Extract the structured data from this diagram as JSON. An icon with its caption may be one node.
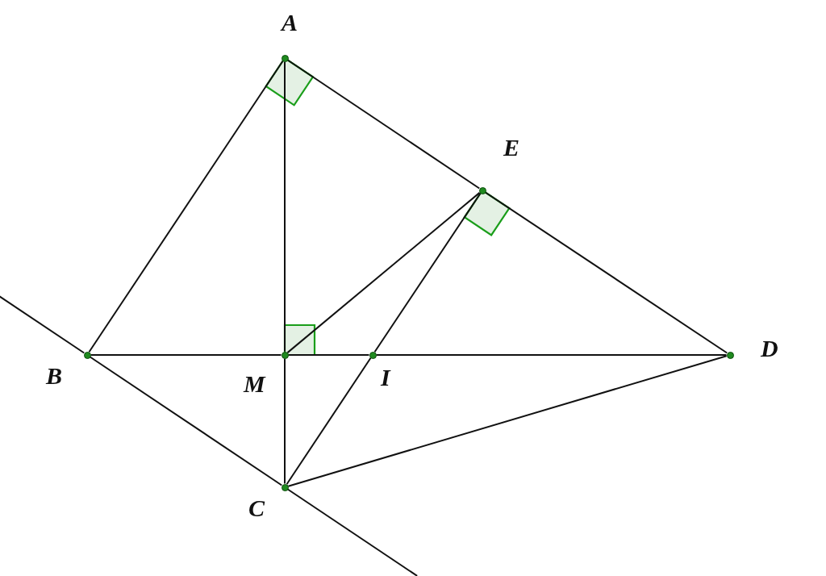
{
  "diagram": {
    "nodes": [
      {
        "text": [
          "A"
        ]
      },
      {
        "text": [
          "E"
        ]
      },
      {
        "text": [
          "B"
        ]
      },
      {
        "text": [
          "M"
        ]
      },
      {
        "text": [
          "I"
        ]
      },
      {
        "text": [
          "D"
        ]
      },
      {
        "text": [
          "C"
        ]
      }
    ],
    "edges": [
      {
        "from": 0,
        "to": 2,
        "arrow": "none"
      },
      {
        "from": 0,
        "to": 3,
        "arrow": "none"
      },
      {
        "from": 3,
        "to": 6,
        "arrow": "none"
      },
      {
        "from": 0,
        "to": 1,
        "arrow": "none"
      },
      {
        "from": 1,
        "to": 5,
        "arrow": "none"
      },
      {
        "from": 2,
        "to": 3,
        "arrow": "none"
      },
      {
        "from": 3,
        "to": 4,
        "arrow": "none"
      },
      {
        "from": 4,
        "to": 5,
        "arrow": "none"
      },
      {
        "from": 2,
        "to": 6,
        "arrow": "none"
      },
      {
        "from": 6,
        "to": 5,
        "arrow": "none"
      },
      {
        "from": 3,
        "to": 1,
        "arrow": "none"
      },
      {
        "from": 1,
        "to": 4,
        "arrow": "none"
      },
      {
        "from": 4,
        "to": 6,
        "arrow": "none"
      }
    ]
  }
}
